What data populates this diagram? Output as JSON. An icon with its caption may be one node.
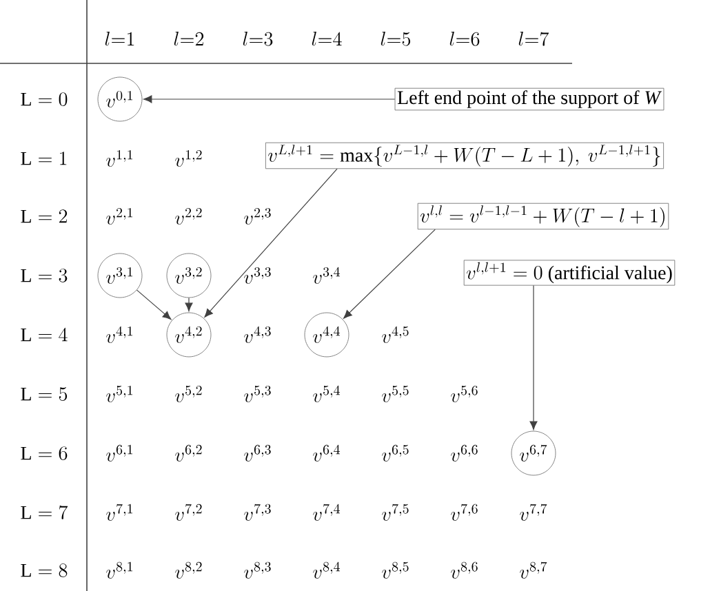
{
  "diagram": {
    "nodes": [
      {
        "text": [
          "v^{0,1}"
        ]
      },
      {
        "text": [
          "Left end point of the support of *W*"
        ]
      },
      {
        "text": [
          "v^{L,l+1} = \\max\\{v^{L-1,l} + W(T-L+1),\\ v^{L-1,l+1}\\}"
        ]
      },
      {
        "text": [
          "v^{l,l} = v^{l-1,l-1} + W(T-l+1)"
        ]
      },
      {
        "text": [
          "v^{3,1}"
        ]
      },
      {
        "text": [
          "v^{3,2}"
        ]
      },
      {
        "text": [
          "v^{l,l+1} = 0 \\text{ (artificial value)}"
        ]
      },
      {
        "text": [
          "v^{4,2}"
        ]
      },
      {
        "text": [
          "v^{4,4}"
        ]
      },
      {
        "text": [
          "v^{6,7}"
        ]
      }
    ],
    "edges": [
      {
        "from": 1,
        "to": 0,
        "arrow": "to"
      },
      {
        "from": 2,
        "to": 7,
        "arrow": "to"
      },
      {
        "from": 4,
        "to": 7,
        "arrow": "to"
      },
      {
        "from": 5,
        "to": 7,
        "arrow": "to"
      },
      {
        "from": 3,
        "to": 8,
        "arrow": "to"
      },
      {
        "from": 6,
        "to": 9,
        "arrow": "to"
      }
    ],
    "labels": [
      "l{=}1",
      "l{=}2",
      "l{=}3",
      "l{=}4",
      "l{=}5",
      "l{=}6",
      "l{=}7",
      "\\mathrm{L} = 0",
      "\\mathrm{L} = 1",
      "v^{1,1}",
      "v^{1,2}",
      "\\mathrm{L} = 2",
      "v^{2,1}",
      "v^{2,2}",
      "v^{2,3}",
      "\\mathrm{L} = 3",
      "v^{3,3}",
      "v^{3,4}",
      "\\mathrm{L} = 4",
      "v^{4,1}",
      "v^{4,3}",
      "v^{4,5}",
      "\\mathrm{L} = 5",
      "v^{5,1}",
      "v^{5,2}",
      "v^{5,3}",
      "v^{5,4}",
      "v^{5,5}",
      "v^{5,6}",
      "\\mathrm{L} = 6",
      "v^{6,1}",
      "v^{6,2}",
      "v^{6,3}",
      "v^{6,4}",
      "v^{6,5}",
      "v^{6,6}",
      "\\mathrm{L} = 7",
      "v^{7,1}",
      "v^{7,2}",
      "v^{7,3}",
      "v^{7,4}",
      "v^{7,5}",
      "v^{7,6}",
      "v^{7,7}",
      "\\mathrm{L} = 8",
      "v^{8,1}",
      "v^{8,2}",
      "v^{8,3}",
      "v^{8,4}",
      "v^{8,5}",
      "v^{8,6}",
      "v^{8,7}"
    ]
  }
}
